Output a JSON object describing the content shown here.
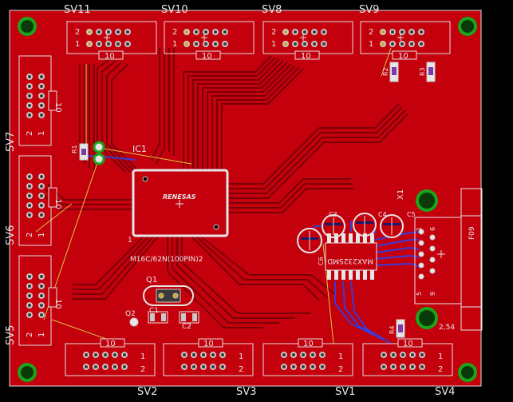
{
  "colors": {
    "background": "#000000",
    "board": "#c4000d",
    "trace": "#7a0008",
    "pad": "#c8c8c8",
    "outline": "#e0e0e0",
    "bottom_trace": "#3a3ad8",
    "mount_hole": "#1aa61a",
    "airwire": "#d8c840"
  },
  "headers_top": [
    {
      "name": "SV11",
      "label10": "10",
      "row2": "2",
      "row1": "1"
    },
    {
      "name": "SV10",
      "label10": "10",
      "row2": "2",
      "row1": "1"
    },
    {
      "name": "SV8",
      "label10": "10",
      "row2": "2",
      "row1": "1"
    },
    {
      "name": "SV9",
      "label10": "10",
      "row2": "2",
      "row1": "1"
    }
  ],
  "headers_left": [
    {
      "name": "SV7",
      "label10": "10",
      "row2": "2",
      "row1": "1"
    },
    {
      "name": "SV6",
      "label10": "10",
      "row2": "2",
      "row1": "1"
    },
    {
      "name": "SV5",
      "label10": "10",
      "row2": "2",
      "row1": "1"
    }
  ],
  "headers_bottom": [
    {
      "name": "SV2",
      "label10": "10",
      "row1": "1",
      "row2": "2"
    },
    {
      "name": "SV3",
      "label10": "10",
      "row1": "1",
      "row2": "2"
    },
    {
      "name": "SV1",
      "label10": "10",
      "row1": "1",
      "row2": "2"
    },
    {
      "name": "SV4",
      "label10": "10",
      "row1": "1",
      "row2": "2"
    }
  ],
  "ic": {
    "ref": "IC1",
    "value": "M16C/62N(100PIN)2",
    "pin1": "1",
    "logo": "RENESAS"
  },
  "crystal": {
    "ref": "Q1"
  },
  "transistor": {
    "ref": "Q2"
  },
  "caps": {
    "c1": "C1",
    "c2": "C2",
    "c3": "C3",
    "c4": "C4",
    "c5": "C5",
    "c6": "C6"
  },
  "connector": {
    "ref": "X1",
    "part": "F09",
    "pin1": "1",
    "pin5": "5",
    "pin6": "6",
    "pin9": "9",
    "pitch": "2,54"
  },
  "rs232": {
    "value": "MAX232SMD"
  },
  "resistors": {
    "r1": "R1",
    "r2": "R2",
    "r3": "R3",
    "r4": "R4"
  }
}
